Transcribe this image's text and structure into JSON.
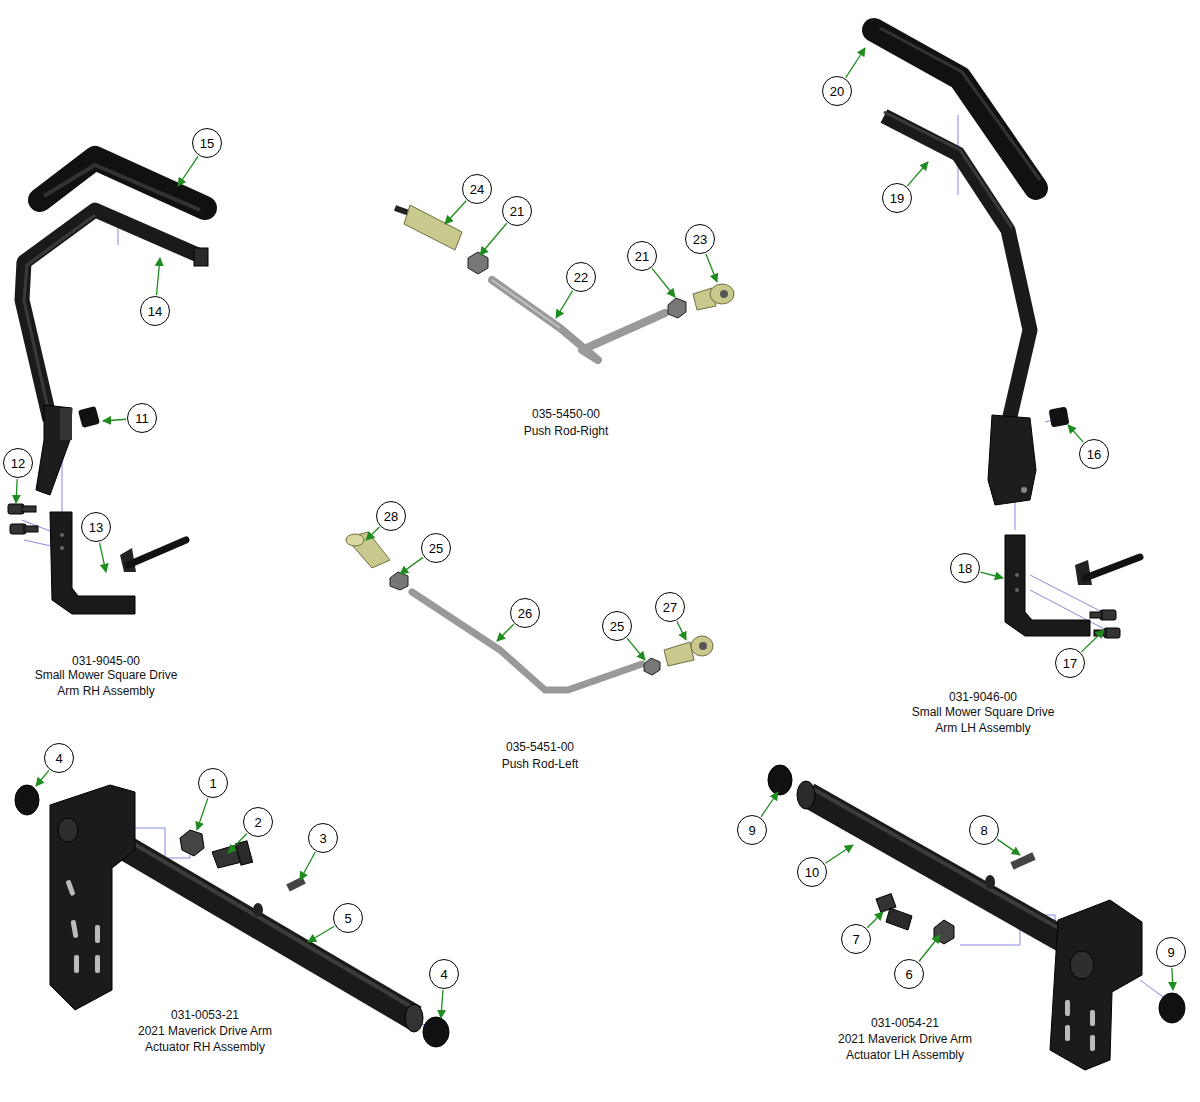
{
  "diagram": {
    "nodes": [
      {
        "text": [
          "15"
        ]
      },
      {
        "text": [
          "14"
        ]
      },
      {
        "text": [
          "11"
        ]
      },
      {
        "text": [
          "12"
        ]
      },
      {
        "text": [
          "13"
        ]
      },
      {
        "text": [
          "24"
        ]
      },
      {
        "text": [
          "21"
        ]
      },
      {
        "text": [
          "22"
        ]
      },
      {
        "text": [
          "21"
        ]
      },
      {
        "text": [
          "23"
        ]
      },
      {
        "text": [
          "28"
        ]
      },
      {
        "text": [
          "25"
        ]
      },
      {
        "text": [
          "26"
        ]
      },
      {
        "text": [
          "25"
        ]
      },
      {
        "text": [
          "27"
        ]
      },
      {
        "text": [
          "20"
        ]
      },
      {
        "text": [
          "19"
        ]
      },
      {
        "text": [
          "16"
        ]
      },
      {
        "text": [
          "18"
        ]
      },
      {
        "text": [
          "17"
        ]
      },
      {
        "text": [
          "4"
        ]
      },
      {
        "text": [
          "1"
        ]
      },
      {
        "text": [
          "2"
        ]
      },
      {
        "text": [
          "3"
        ]
      },
      {
        "text": [
          "5"
        ]
      },
      {
        "text": [
          "4"
        ]
      },
      {
        "text": [
          "9"
        ]
      },
      {
        "text": [
          "8"
        ]
      },
      {
        "text": [
          "10"
        ]
      },
      {
        "text": [
          "7"
        ]
      },
      {
        "text": [
          "6"
        ]
      },
      {
        "text": [
          "9"
        ]
      }
    ],
    "labels": [
      "031-9045-00",
      "Small Mower Square Drive Arm RH Assembly",
      "035-5450-00",
      "Push Rod-Right",
      "035-5451-00",
      "Push Rod-Left",
      "031-9046-00",
      "Small Mower Square Drive Arm LH Assembly",
      "031-0053-21",
      "2021 Maverick Drive Arm Actuator RH Assembly",
      "031-0054-21",
      "2021 Maverick Drive Arm Actuator LH Assembly"
    ]
  }
}
